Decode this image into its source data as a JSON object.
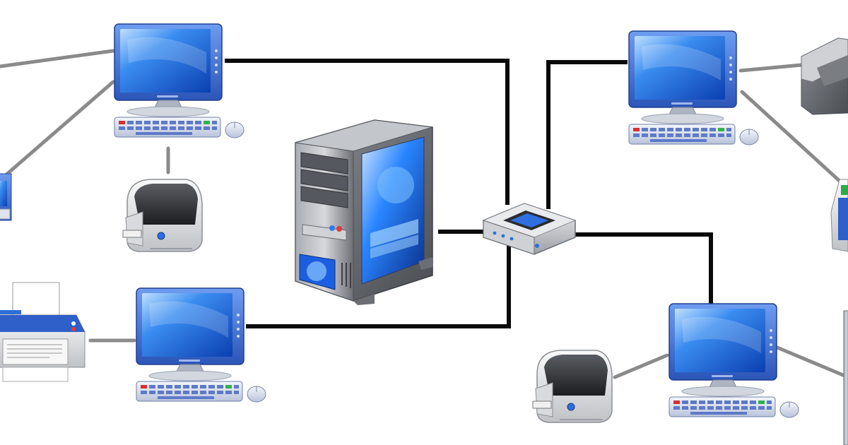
{
  "colors": {
    "background": "#ffffff",
    "primary_link": "#0a0a0a",
    "secondary_link": "#8a8a8a",
    "screen_blue": "#1e6ee8",
    "monitor_frame": "#3d6fd3",
    "server_case": "#7c7f84",
    "printer_body": "#e8e8ea"
  },
  "nodes": [
    {
      "id": "server",
      "type": "server-tower"
    },
    {
      "id": "switch",
      "type": "network-switch"
    },
    {
      "id": "pc-top-left",
      "type": "desktop-computer"
    },
    {
      "id": "pc-bottom-left",
      "type": "desktop-computer"
    },
    {
      "id": "pc-top-right",
      "type": "desktop-computer"
    },
    {
      "id": "pc-bottom-right",
      "type": "desktop-computer"
    },
    {
      "id": "printer-top-left",
      "type": "label-printer"
    },
    {
      "id": "printer-bottom-right",
      "type": "label-printer"
    },
    {
      "id": "printer-left",
      "type": "inkjet-printer"
    },
    {
      "id": "scanner-right",
      "type": "scanner"
    },
    {
      "id": "device-left-edge",
      "type": "partial-device"
    },
    {
      "id": "device-right-edge",
      "type": "partial-device"
    },
    {
      "id": "device-right-bottom-edge",
      "type": "partial-device"
    }
  ],
  "edges": [
    {
      "from": "server",
      "to": "switch",
      "style": "primary"
    },
    {
      "from": "pc-top-left",
      "to": "switch",
      "style": "primary"
    },
    {
      "from": "pc-bottom-left",
      "to": "switch",
      "style": "primary"
    },
    {
      "from": "pc-top-right",
      "to": "switch",
      "style": "primary"
    },
    {
      "from": "pc-bottom-right",
      "to": "switch",
      "style": "primary"
    },
    {
      "from": "pc-top-left",
      "to": "printer-top-left",
      "style": "secondary"
    },
    {
      "from": "pc-top-left",
      "to": "device-left-edge",
      "style": "secondary"
    },
    {
      "from": "pc-bottom-left",
      "to": "printer-left",
      "style": "secondary"
    },
    {
      "from": "pc-top-right",
      "to": "scanner-right",
      "style": "secondary"
    },
    {
      "from": "pc-top-right",
      "to": "device-right-edge",
      "style": "secondary"
    },
    {
      "from": "pc-bottom-right",
      "to": "printer-bottom-right",
      "style": "secondary"
    },
    {
      "from": "pc-bottom-right",
      "to": "device-right-bottom-edge",
      "style": "secondary"
    }
  ]
}
